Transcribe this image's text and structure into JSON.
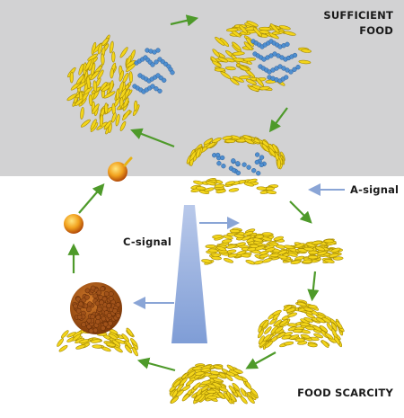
{
  "labels": {
    "sufficient_food_line1": "SUFFICIENT",
    "sufficient_food_line2": "FOOD",
    "a_signal": "A-signal",
    "c_signal": "C-signal",
    "food_scarcity": "FOOD SCARCITY"
  },
  "colors": {
    "top_background": "#d2d2d3",
    "bottom_background": "#ffffff",
    "bacteria_fill": "#f3d51a",
    "bacteria_edge": "#a58a05",
    "food_blue": "#4f8fd0",
    "cycle_arrow_green": "#4e9a2a",
    "signal_arrow_blue": "#8aa5d6",
    "c_signal_wedge": "#8aa7db",
    "fruiting_body_brown": "#a0521a",
    "spore_orange": "#e07a14"
  },
  "icons": {
    "cycle_arrow": "green-arrow-icon",
    "signal_arrow": "blue-arrow-icon"
  }
}
